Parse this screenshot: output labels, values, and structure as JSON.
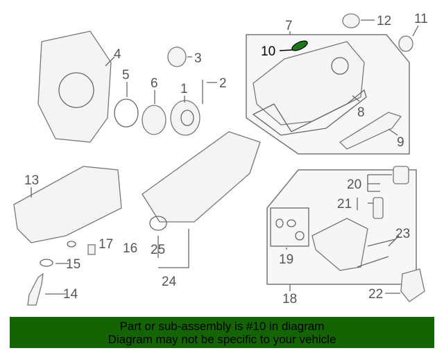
{
  "diagram": {
    "highlighted_part": "10",
    "highlight_color": "#1a7a1a",
    "callouts": {
      "p1": "1",
      "p2": "2",
      "p3": "3",
      "p4": "4",
      "p5": "5",
      "p6": "6",
      "p7": "7",
      "p8": "8",
      "p9": "9",
      "p10": "10",
      "p11": "11",
      "p12": "12",
      "p13": "13",
      "p14": "14",
      "p15": "15",
      "p16": "16",
      "p17": "17",
      "p18": "18",
      "p19": "19",
      "p20": "20",
      "p21": "21",
      "p22": "22",
      "p23": "23",
      "p24": "24",
      "p25": "25"
    }
  },
  "banner": {
    "line1": "Part or sub-assembly is #10 in diagram",
    "line2": "Diagram may not be specific to your vehicle",
    "color": "#146404"
  }
}
